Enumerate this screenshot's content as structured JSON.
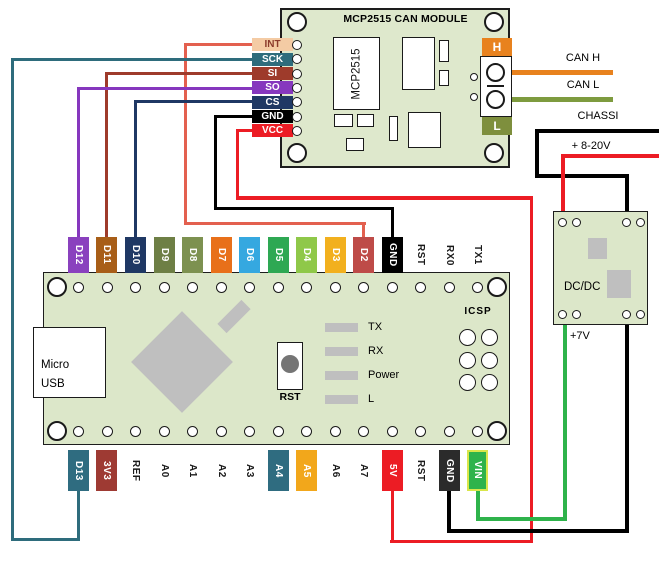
{
  "colors": {
    "board": "#DEE8CC",
    "board2": "#DCE7C9",
    "component_gray": "#BFBFBF"
  },
  "module": {
    "title": "MCP2515 CAN MODULE",
    "chip": "MCP2515",
    "pin_labels": [
      {
        "label": "INT",
        "bg": "#F4CBA4",
        "fg": "#8B3A2B"
      },
      {
        "label": "SCK",
        "bg": "#2E6C7C",
        "fg": "#FFFFFF"
      },
      {
        "label": "SI",
        "bg": "#9E3B2B",
        "fg": "#FFFFFF"
      },
      {
        "label": "SO",
        "bg": "#8637BE",
        "fg": "#FFFFFF"
      },
      {
        "label": "CS",
        "bg": "#1F3864",
        "fg": "#FFFFFF"
      },
      {
        "label": "GND",
        "bg": "#000000",
        "fg": "#FFFFFF"
      },
      {
        "label": "VCC",
        "bg": "#EC1C24",
        "fg": "#FFFFFF"
      }
    ],
    "terminal_h": {
      "label": "H",
      "bg": "#E8821E"
    },
    "terminal_l": {
      "label": "L",
      "bg": "#7E8F3D"
    }
  },
  "wires": {
    "int": {
      "color": "#E3604F"
    },
    "sck": {
      "color": "#2E6C7C"
    },
    "si": {
      "color": "#9E3B2B"
    },
    "so": {
      "color": "#8637BE"
    },
    "cs": {
      "color": "#1F3864"
    },
    "gnd": {
      "color": "#000000"
    },
    "vcc": {
      "color": "#EC1C24"
    },
    "can_h": {
      "label": "CAN H",
      "color": "#E8821E"
    },
    "can_l": {
      "label": "CAN L",
      "color": "#7E9B3F"
    },
    "chassis": {
      "label": "CHASSI",
      "color": "#000000"
    },
    "supply": {
      "label": "+ 8-20V",
      "color": "#EC1C24"
    },
    "vout": {
      "label": "+7V",
      "color": "#2EB34B"
    }
  },
  "dcdc": {
    "label": "DC/DC"
  },
  "arduino": {
    "usb": {
      "line1": "Micro",
      "line2": "USB"
    },
    "reset_label": "RST",
    "icsp_label": "ICSP",
    "leds": [
      "TX",
      "RX",
      "Power",
      "L"
    ],
    "top_pins": [
      {
        "label": "D12",
        "bg": "#8A41BE",
        "fg": "#FFFFFF"
      },
      {
        "label": "D11",
        "bg": "#A85E18",
        "fg": "#FFFFFF"
      },
      {
        "label": "D10",
        "bg": "#1F3864",
        "fg": "#FFFFFF"
      },
      {
        "label": "D9",
        "bg": "#6E7F45",
        "fg": "#FFFFFF"
      },
      {
        "label": "D8",
        "bg": "#7D9150",
        "fg": "#FFFFFF"
      },
      {
        "label": "D7",
        "bg": "#E8701A",
        "fg": "#FFFFFF"
      },
      {
        "label": "D6",
        "bg": "#35A8E0",
        "fg": "#FFFFFF"
      },
      {
        "label": "D5",
        "bg": "#2EA853",
        "fg": "#FFFFFF"
      },
      {
        "label": "D4",
        "bg": "#8FC849",
        "fg": "#FFFFFF"
      },
      {
        "label": "D3",
        "bg": "#F2B01E",
        "fg": "#FFFFFF"
      },
      {
        "label": "D2",
        "bg": "#BE4B48",
        "fg": "#FFFFFF"
      },
      {
        "label": "GND",
        "bg": "#000000",
        "fg": "#FFFFFF"
      },
      {
        "label": "RST",
        "bg": "",
        "fg": "#1A1A1A"
      },
      {
        "label": "RX0",
        "bg": "",
        "fg": "#1A1A1A"
      },
      {
        "label": "TX1",
        "bg": "",
        "fg": "#1A1A1A"
      }
    ],
    "bottom_pins": [
      {
        "label": "D13",
        "bg": "#2F6C80",
        "fg": "#FFFFFF"
      },
      {
        "label": "3V3",
        "bg": "#9E3A33",
        "fg": "#FFFFFF"
      },
      {
        "label": "REF",
        "bg": "",
        "fg": "#1A1A1A"
      },
      {
        "label": "A0",
        "bg": "",
        "fg": "#1A1A1A"
      },
      {
        "label": "A1",
        "bg": "",
        "fg": "#1A1A1A"
      },
      {
        "label": "A2",
        "bg": "",
        "fg": "#1A1A1A"
      },
      {
        "label": "A3",
        "bg": "",
        "fg": "#1A1A1A"
      },
      {
        "label": "A4",
        "bg": "#2F6C80",
        "fg": "#FFFFFF"
      },
      {
        "label": "A5",
        "bg": "#F2A71B",
        "fg": "#FFFFFF"
      },
      {
        "label": "A6",
        "bg": "",
        "fg": "#1A1A1A"
      },
      {
        "label": "A7",
        "bg": "",
        "fg": "#1A1A1A"
      },
      {
        "label": "5V",
        "bg": "#EC1C24",
        "fg": "#FFFFFF"
      },
      {
        "label": "RST",
        "bg": "",
        "fg": "#1A1A1A"
      },
      {
        "label": "GND",
        "bg": "#2B2B2B",
        "fg": "#FFFFFF"
      },
      {
        "label": "VIN",
        "bg": "#2EB34B",
        "fg": "#FFFFFF",
        "border": "#D9E64A"
      }
    ]
  }
}
